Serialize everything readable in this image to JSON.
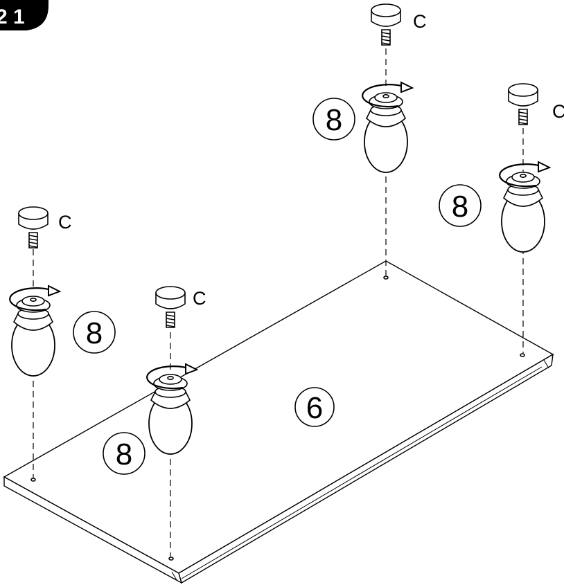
{
  "step": {
    "number": "2 1"
  },
  "panel": {
    "label": "6"
  },
  "legs": [
    {
      "part_number": "8",
      "glider_label": "C"
    },
    {
      "part_number": "8",
      "glider_label": "C"
    },
    {
      "part_number": "8",
      "glider_label": "C"
    },
    {
      "part_number": "8",
      "glider_label": "C"
    }
  ],
  "colors": {
    "line": "#000000",
    "background": "#ffffff",
    "badge": "#000000"
  }
}
